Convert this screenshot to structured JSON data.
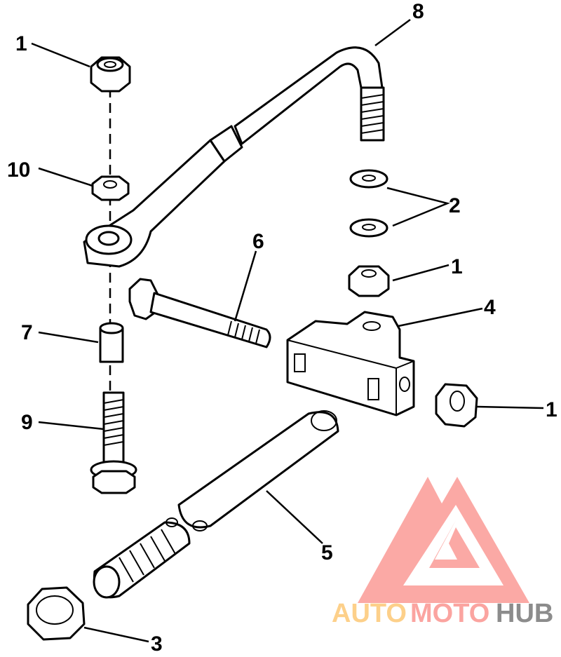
{
  "diagram": {
    "callouts": [
      {
        "id": "nut-top-left",
        "text": "1"
      },
      {
        "id": "tube-hook",
        "text": "8"
      },
      {
        "id": "nut-thin",
        "text": "10"
      },
      {
        "id": "washers",
        "text": "2"
      },
      {
        "id": "nut-mid-right",
        "text": "1"
      },
      {
        "id": "bolt-long",
        "text": "6"
      },
      {
        "id": "block",
        "text": "4"
      },
      {
        "id": "spacer",
        "text": "7"
      },
      {
        "id": "nut-right",
        "text": "1"
      },
      {
        "id": "bolt-short",
        "text": "9"
      },
      {
        "id": "tube-threaded",
        "text": "5"
      },
      {
        "id": "nut-large",
        "text": "3"
      }
    ]
  },
  "watermark": {
    "brand_parts": [
      "AUTO",
      "MOTO",
      "HUB"
    ],
    "colors": {
      "auto": "#fdd08a",
      "moto": "#fba4a0",
      "hub": "#8c8c8c",
      "triangle": "#fba4a0"
    }
  }
}
